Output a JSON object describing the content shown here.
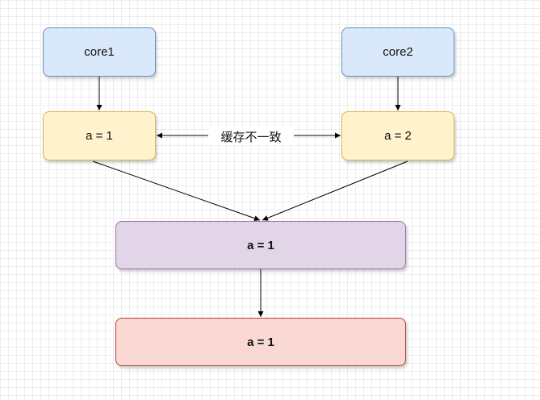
{
  "nodes": {
    "core1": {
      "label": "core1",
      "fill": "#dae8fc",
      "stroke": "#6c8ebf"
    },
    "core2": {
      "label": "core2",
      "fill": "#dae8fc",
      "stroke": "#6c8ebf"
    },
    "cache1": {
      "label": "a = 1",
      "fill": "#fff2cc",
      "stroke": "#d6b656"
    },
    "cache2": {
      "label": "a = 2",
      "fill": "#fff2cc",
      "stroke": "#d6b656"
    },
    "shared": {
      "label": "a = 1",
      "fill": "#e1d5e7",
      "stroke": "#9673a6"
    },
    "memory": {
      "label": "a = 1",
      "fill": "#fad9d5",
      "stroke": "#ae4132"
    }
  },
  "edge_label": "缓存不一致"
}
